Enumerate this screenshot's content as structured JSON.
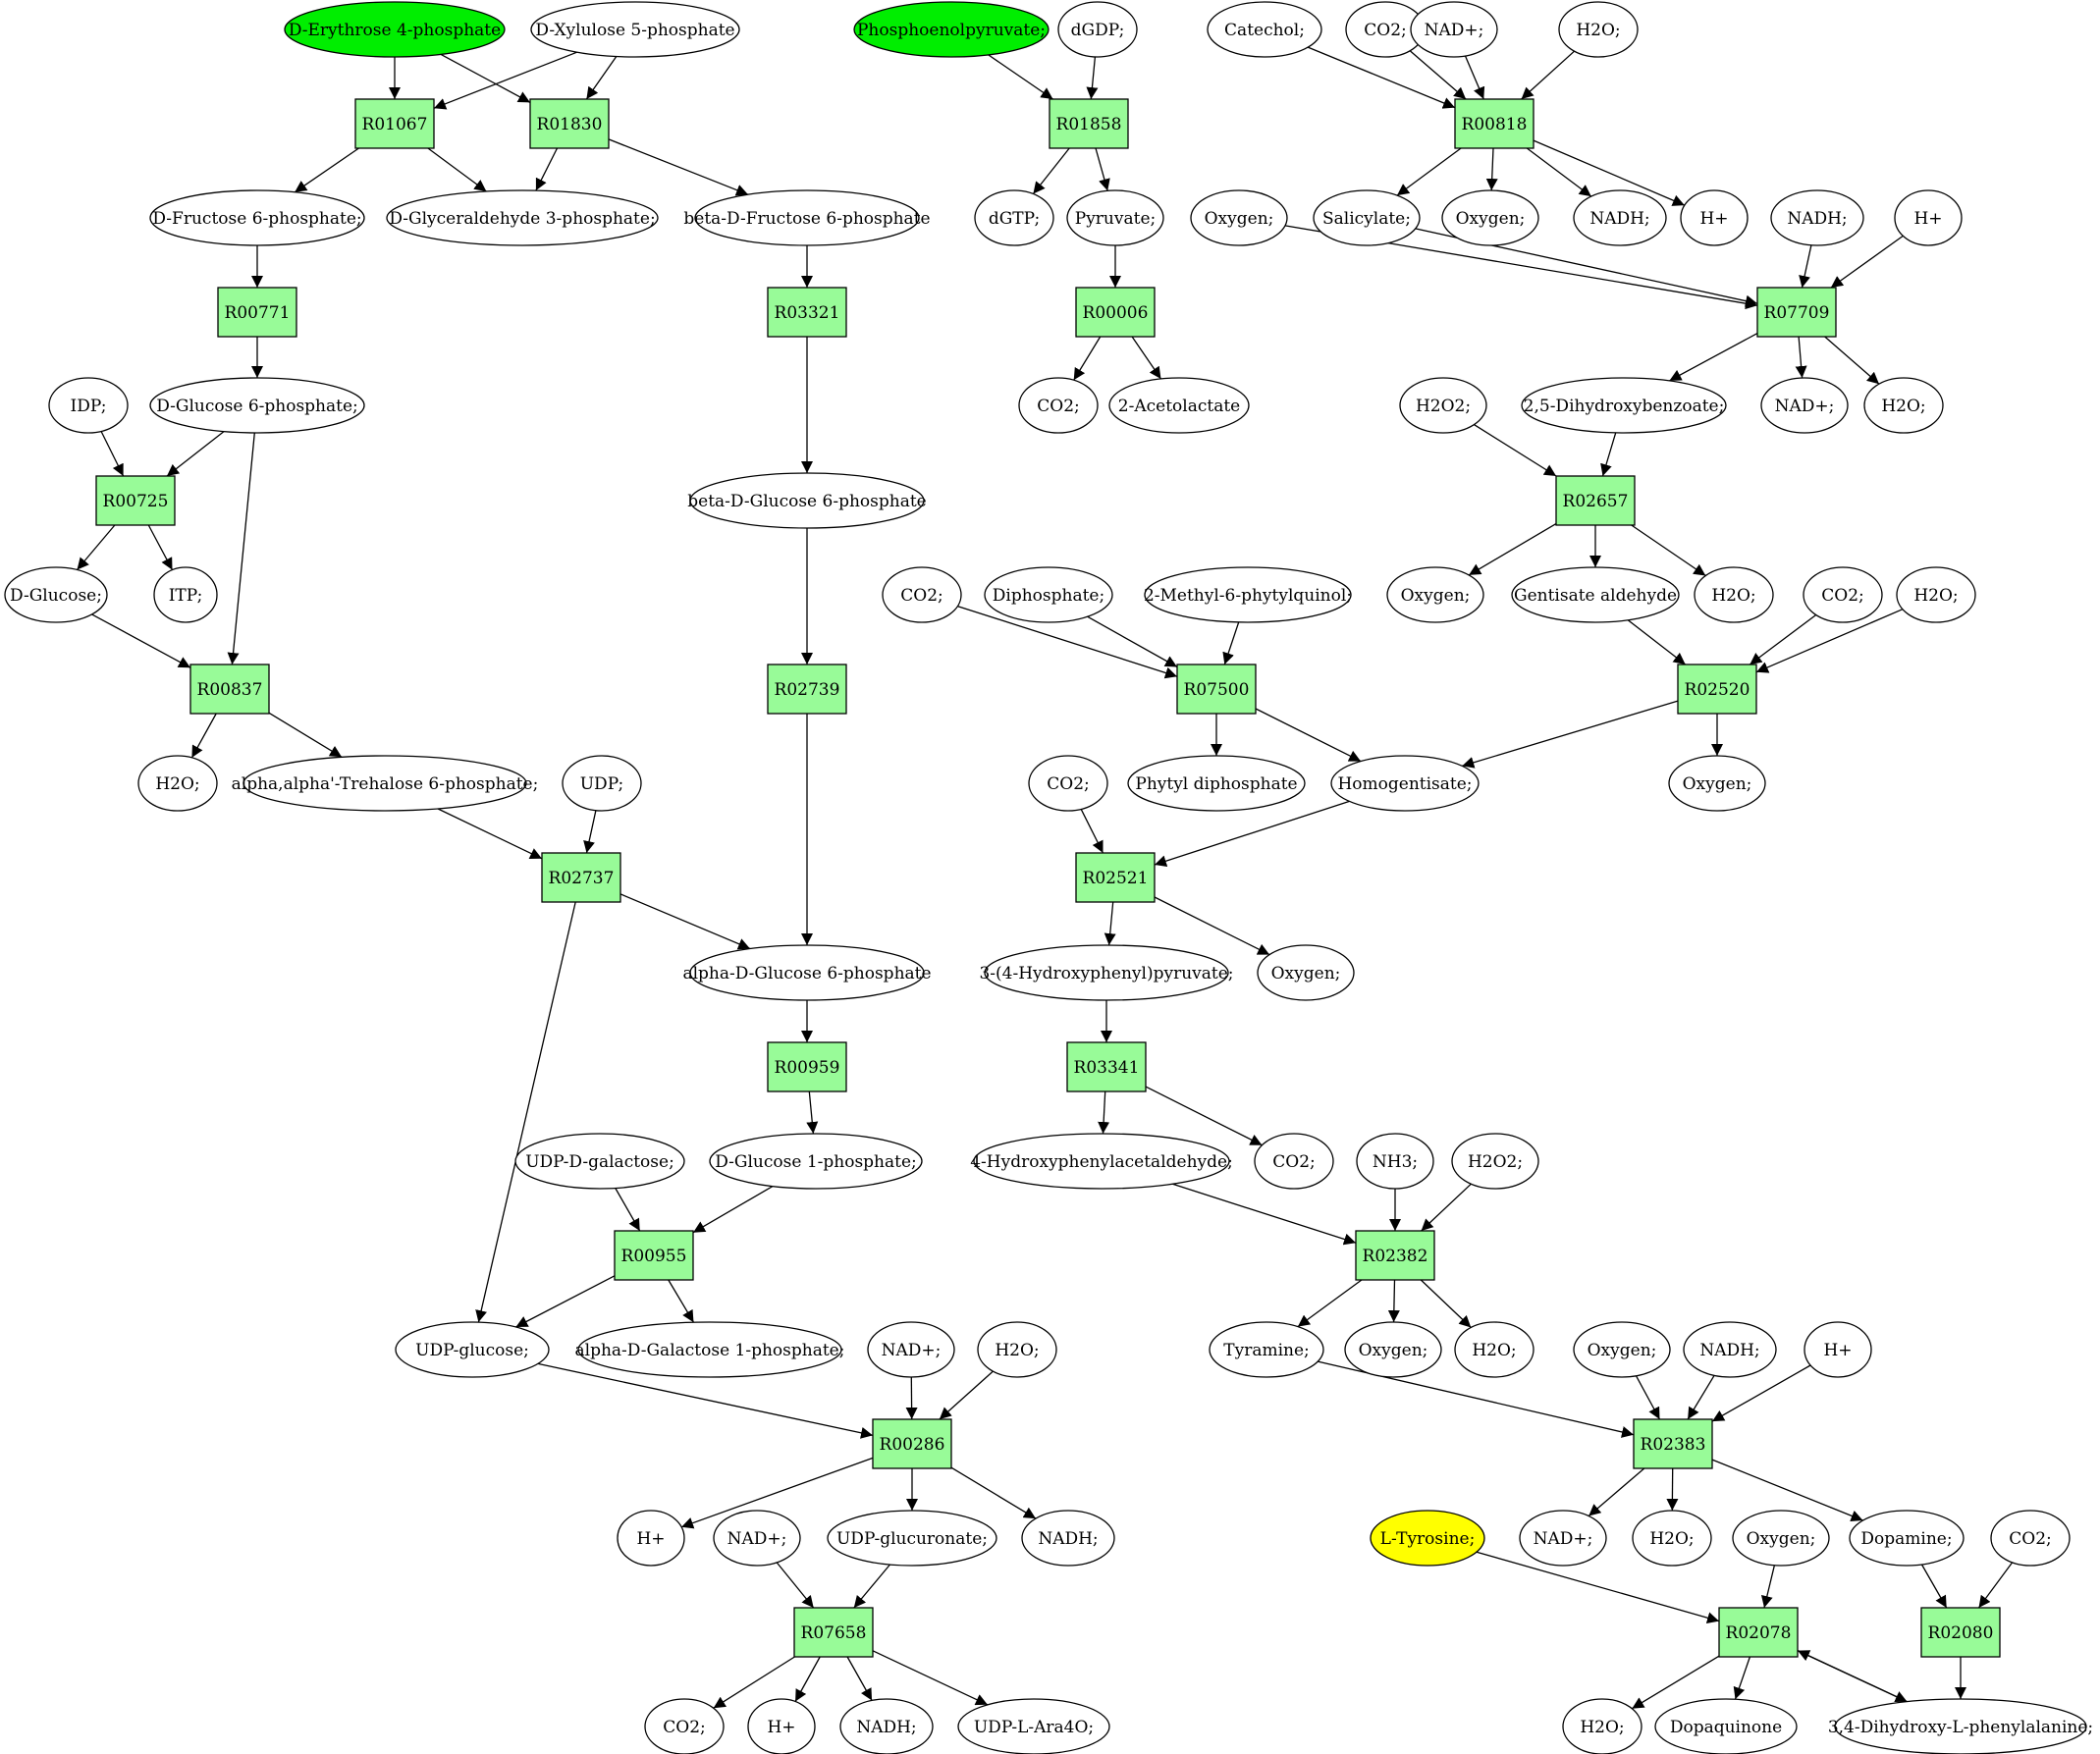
{
  "colors": {
    "reaction_fill": "#98fb98",
    "start_fill": "#00ee00",
    "target_fill": "#ffff00",
    "node_fill": "#ffffff",
    "stroke": "#000000"
  },
  "reactions": [
    {
      "id": "r_R01067",
      "label": "R01067"
    },
    {
      "id": "r_R01830",
      "label": "R01830"
    },
    {
      "id": "r_R01858",
      "label": "R01858"
    },
    {
      "id": "r_R00818",
      "label": "R00818"
    },
    {
      "id": "r_R00771",
      "label": "R00771"
    },
    {
      "id": "r_R03321",
      "label": "R03321"
    },
    {
      "id": "r_R00006",
      "label": "R00006"
    },
    {
      "id": "r_R07709",
      "label": "R07709"
    },
    {
      "id": "r_R00725",
      "label": "R00725"
    },
    {
      "id": "r_R02657",
      "label": "R02657"
    },
    {
      "id": "r_R00837",
      "label": "R00837"
    },
    {
      "id": "r_R02739",
      "label": "R02739"
    },
    {
      "id": "r_R07500",
      "label": "R07500"
    },
    {
      "id": "r_R02520",
      "label": "R02520"
    },
    {
      "id": "r_R02737",
      "label": "R02737"
    },
    {
      "id": "r_R02521",
      "label": "R02521"
    },
    {
      "id": "r_R00959",
      "label": "R00959"
    },
    {
      "id": "r_R03341",
      "label": "R03341"
    },
    {
      "id": "r_R00955",
      "label": "R00955"
    },
    {
      "id": "r_R02382",
      "label": "R02382"
    },
    {
      "id": "r_R00286",
      "label": "R00286"
    },
    {
      "id": "r_R02383",
      "label": "R02383"
    },
    {
      "id": "r_R07658",
      "label": "R07658"
    },
    {
      "id": "r_R02078",
      "label": "R02078"
    },
    {
      "id": "r_R02080",
      "label": "R02080"
    }
  ],
  "compounds": [
    {
      "id": "c_erythrose4p",
      "label": "D-Erythrose 4-phosphate",
      "kind": "start"
    },
    {
      "id": "c_xylulose5p",
      "label": "D-Xylulose 5-phosphate"
    },
    {
      "id": "c_pep",
      "label": "Phosphoenolpyruvate;",
      "kind": "start"
    },
    {
      "id": "c_dgdp",
      "label": "dGDP;"
    },
    {
      "id": "c_catechol",
      "label": "Catechol;"
    },
    {
      "id": "c_co2_top",
      "label": "CO2;"
    },
    {
      "id": "c_nad_top",
      "label": "NAD+;"
    },
    {
      "id": "c_h2o_top",
      "label": "H2O;"
    },
    {
      "id": "c_fructose6p",
      "label": "D-Fructose 6-phosphate;"
    },
    {
      "id": "c_glyceraldehyde3p",
      "label": "D-Glyceraldehyde 3-phosphate;"
    },
    {
      "id": "c_bfructose6p",
      "label": "beta-D-Fructose 6-phosphate"
    },
    {
      "id": "c_dgtp",
      "label": "dGTP;"
    },
    {
      "id": "c_pyruvate",
      "label": "Pyruvate;"
    },
    {
      "id": "c_oxygen_r1",
      "label": "Oxygen;"
    },
    {
      "id": "c_salicylate",
      "label": "Salicylate;"
    },
    {
      "id": "c_oxygen_r1b",
      "label": "Oxygen;"
    },
    {
      "id": "c_nadh_r1",
      "label": "NADH;"
    },
    {
      "id": "c_h_r1",
      "label": "H+"
    },
    {
      "id": "c_nadh_r1b",
      "label": "NADH;"
    },
    {
      "id": "c_h_r1b",
      "label": "H+"
    },
    {
      "id": "c_idp",
      "label": "IDP;"
    },
    {
      "id": "c_glucose6p",
      "label": "D-Glucose 6-phosphate;"
    },
    {
      "id": "c_co2_aceto",
      "label": "CO2;"
    },
    {
      "id": "c_acetolactate",
      "label": "2-Acetolactate"
    },
    {
      "id": "c_h2o2_a",
      "label": "H2O2;"
    },
    {
      "id": "c_dhb",
      "label": "2,5-Dihydroxybenzoate;"
    },
    {
      "id": "c_nad_r2",
      "label": "NAD+;"
    },
    {
      "id": "c_h2o_r2",
      "label": "H2O;"
    },
    {
      "id": "c_bglucose6p",
      "label": "beta-D-Glucose 6-phosphate"
    },
    {
      "id": "c_dglucose",
      "label": "D-Glucose;"
    },
    {
      "id": "c_itp",
      "label": "ITP;"
    },
    {
      "id": "c_co2_r3",
      "label": "CO2;"
    },
    {
      "id": "c_diphosphate",
      "label": "Diphosphate;"
    },
    {
      "id": "c_mpq",
      "label": "2-Methyl-6-phytylquinol;"
    },
    {
      "id": "c_oxygen_r3",
      "label": "Oxygen;"
    },
    {
      "id": "c_gentisald",
      "label": "Gentisate aldehyde"
    },
    {
      "id": "c_h2o_r3",
      "label": "H2O;"
    },
    {
      "id": "c_co2_r3b",
      "label": "CO2;"
    },
    {
      "id": "c_h2o_r3b",
      "label": "H2O;"
    },
    {
      "id": "c_h2o_r4",
      "label": "H2O;"
    },
    {
      "id": "c_trehalose6p",
      "label": "alpha,alpha'-Trehalose 6-phosphate;"
    },
    {
      "id": "c_udp",
      "label": "UDP;"
    },
    {
      "id": "c_phytyldp",
      "label": "Phytyl diphosphate"
    },
    {
      "id": "c_homogentisate",
      "label": "Homogentisate;"
    },
    {
      "id": "c_oxygen_r4",
      "label": "Oxygen;"
    },
    {
      "id": "c_co2_r4",
      "label": "CO2;"
    },
    {
      "id": "c_aglucose6p",
      "label": "alpha-D-Glucose 6-phosphate"
    },
    {
      "id": "c_hppyruvate",
      "label": "3-(4-Hydroxyphenyl)pyruvate;"
    },
    {
      "id": "c_oxygen_r5",
      "label": "Oxygen;"
    },
    {
      "id": "c_udpgal",
      "label": "UDP-D-galactose;"
    },
    {
      "id": "c_glucose1p",
      "label": "D-Glucose 1-phosphate;"
    },
    {
      "id": "c_hpacetald",
      "label": "4-Hydroxyphenylacetaldehyde;"
    },
    {
      "id": "c_co2_r6",
      "label": "CO2;"
    },
    {
      "id": "c_nh3",
      "label": "NH3;"
    },
    {
      "id": "c_h2o2_b",
      "label": "H2O2;"
    },
    {
      "id": "c_udpglucose",
      "label": "UDP-glucose;"
    },
    {
      "id": "c_agal1p",
      "label": "alpha-D-Galactose 1-phosphate;"
    },
    {
      "id": "c_nad_r7",
      "label": "NAD+;"
    },
    {
      "id": "c_h2o_r7",
      "label": "H2O;"
    },
    {
      "id": "c_tyramine",
      "label": "Tyramine;"
    },
    {
      "id": "c_oxygen_r7",
      "label": "Oxygen;"
    },
    {
      "id": "c_h2o_r7b",
      "label": "H2O;"
    },
    {
      "id": "c_oxygen_r7b",
      "label": "Oxygen;"
    },
    {
      "id": "c_nadh_r7",
      "label": "NADH;"
    },
    {
      "id": "c_h_r7",
      "label": "H+"
    },
    {
      "id": "c_h_r8",
      "label": "H+"
    },
    {
      "id": "c_nad_r8",
      "label": "NAD+;"
    },
    {
      "id": "c_udpglucuronate",
      "label": "UDP-glucuronate;"
    },
    {
      "id": "c_nadh_r8",
      "label": "NADH;"
    },
    {
      "id": "c_ltyrosine",
      "label": "L-Tyrosine;",
      "kind": "target"
    },
    {
      "id": "c_nad_r8b",
      "label": "NAD+;"
    },
    {
      "id": "c_h2o_r8",
      "label": "H2O;"
    },
    {
      "id": "c_oxygen_r8",
      "label": "Oxygen;"
    },
    {
      "id": "c_dopamine",
      "label": "Dopamine;"
    },
    {
      "id": "c_co2_r8",
      "label": "CO2;"
    },
    {
      "id": "c_co2_r9",
      "label": "CO2;"
    },
    {
      "id": "c_h_r9",
      "label": "H+"
    },
    {
      "id": "c_nadh_r9",
      "label": "NADH;"
    },
    {
      "id": "c_udpara4o",
      "label": "UDP-L-Ara4O;"
    },
    {
      "id": "c_h2o_r9",
      "label": "H2O;"
    },
    {
      "id": "c_dopaquinone",
      "label": "Dopaquinone"
    },
    {
      "id": "c_ldopa",
      "label": "3,4-Dihydroxy-L-phenylalanine;"
    }
  ],
  "edges": [
    [
      "c_erythrose4p",
      "r_R01067"
    ],
    [
      "c_erythrose4p",
      "r_R01830"
    ],
    [
      "c_xylulose5p",
      "r_R01067"
    ],
    [
      "c_xylulose5p",
      "r_R01830"
    ],
    [
      "r_R01067",
      "c_fructose6p"
    ],
    [
      "r_R01067",
      "c_glyceraldehyde3p"
    ],
    [
      "r_R01830",
      "c_glyceraldehyde3p"
    ],
    [
      "r_R01830",
      "c_bfructose6p"
    ],
    [
      "c_fructose6p",
      "r_R00771"
    ],
    [
      "r_R00771",
      "c_glucose6p"
    ],
    [
      "c_glucose6p",
      "r_R00725"
    ],
    [
      "c_idp",
      "r_R00725"
    ],
    [
      "r_R00725",
      "c_dglucose"
    ],
    [
      "r_R00725",
      "c_itp"
    ],
    [
      "c_dglucose",
      "r_R00837"
    ],
    [
      "c_glucose6p",
      "r_R00837"
    ],
    [
      "r_R00837",
      "c_h2o_r4"
    ],
    [
      "r_R00837",
      "c_trehalose6p"
    ],
    [
      "c_trehalose6p",
      "r_R02737"
    ],
    [
      "c_udp",
      "r_R02737"
    ],
    [
      "r_R02737",
      "c_aglucose6p"
    ],
    [
      "r_R02737",
      "c_udpglucose"
    ],
    [
      "c_bfructose6p",
      "r_R03321"
    ],
    [
      "r_R03321",
      "c_bglucose6p"
    ],
    [
      "c_bglucose6p",
      "r_R02739"
    ],
    [
      "r_R02739",
      "c_aglucose6p"
    ],
    [
      "c_aglucose6p",
      "r_R00959"
    ],
    [
      "r_R00959",
      "c_glucose1p"
    ],
    [
      "c_udpgal",
      "r_R00955"
    ],
    [
      "c_glucose1p",
      "r_R00955"
    ],
    [
      "r_R00955",
      "c_udpglucose"
    ],
    [
      "r_R00955",
      "c_agal1p"
    ],
    [
      "c_udpglucose",
      "r_R00286"
    ],
    [
      "c_nad_r7",
      "r_R00286"
    ],
    [
      "c_h2o_r7",
      "r_R00286"
    ],
    [
      "r_R00286",
      "c_h_r8"
    ],
    [
      "r_R00286",
      "c_udpglucuronate"
    ],
    [
      "r_R00286",
      "c_nadh_r8"
    ],
    [
      "c_nad_r8",
      "r_R07658"
    ],
    [
      "c_udpglucuronate",
      "r_R07658"
    ],
    [
      "r_R07658",
      "c_co2_r9"
    ],
    [
      "r_R07658",
      "c_h_r9"
    ],
    [
      "r_R07658",
      "c_nadh_r9"
    ],
    [
      "r_R07658",
      "c_udpara4o"
    ],
    [
      "c_pep",
      "r_R01858"
    ],
    [
      "c_dgdp",
      "r_R01858"
    ],
    [
      "r_R01858",
      "c_dgtp"
    ],
    [
      "r_R01858",
      "c_pyruvate"
    ],
    [
      "c_pyruvate",
      "r_R00006"
    ],
    [
      "r_R00006",
      "c_co2_aceto"
    ],
    [
      "r_R00006",
      "c_acetolactate"
    ],
    [
      "c_catechol",
      "r_R00818"
    ],
    [
      "c_co2_top",
      "r_R00818"
    ],
    [
      "c_nad_top",
      "r_R00818"
    ],
    [
      "c_h2o_top",
      "r_R00818"
    ],
    [
      "r_R00818",
      "c_salicylate"
    ],
    [
      "r_R00818",
      "c_oxygen_r1b"
    ],
    [
      "r_R00818",
      "c_nadh_r1"
    ],
    [
      "r_R00818",
      "c_h_r1"
    ],
    [
      "c_oxygen_r1",
      "r_R07709"
    ],
    [
      "c_salicylate",
      "r_R07709"
    ],
    [
      "c_nadh_r1b",
      "r_R07709"
    ],
    [
      "c_h_r1b",
      "r_R07709"
    ],
    [
      "r_R07709",
      "c_dhb"
    ],
    [
      "r_R07709",
      "c_nad_r2"
    ],
    [
      "r_R07709",
      "c_h2o_r2"
    ],
    [
      "c_h2o2_a",
      "r_R02657"
    ],
    [
      "c_dhb",
      "r_R02657"
    ],
    [
      "r_R02657",
      "c_oxygen_r3"
    ],
    [
      "r_R02657",
      "c_gentisald"
    ],
    [
      "r_R02657",
      "c_h2o_r3"
    ],
    [
      "c_gentisald",
      "r_R02520"
    ],
    [
      "c_co2_r3b",
      "r_R02520"
    ],
    [
      "c_h2o_r3b",
      "r_R02520"
    ],
    [
      "r_R02520",
      "c_homogentisate"
    ],
    [
      "r_R02520",
      "c_oxygen_r4"
    ],
    [
      "c_co2_r3",
      "r_R07500"
    ],
    [
      "c_diphosphate",
      "r_R07500"
    ],
    [
      "c_mpq",
      "r_R07500"
    ],
    [
      "r_R07500",
      "c_phytyldp"
    ],
    [
      "r_R07500",
      "c_homogentisate"
    ],
    [
      "c_co2_r4",
      "r_R02521"
    ],
    [
      "c_homogentisate",
      "r_R02521"
    ],
    [
      "r_R02521",
      "c_hppyruvate"
    ],
    [
      "r_R02521",
      "c_oxygen_r5"
    ],
    [
      "c_hppyruvate",
      "r_R03341"
    ],
    [
      "r_R03341",
      "c_hpacetald"
    ],
    [
      "r_R03341",
      "c_co2_r6"
    ],
    [
      "c_hpacetald",
      "r_R02382"
    ],
    [
      "c_nh3",
      "r_R02382"
    ],
    [
      "c_h2o2_b",
      "r_R02382"
    ],
    [
      "r_R02382",
      "c_tyramine"
    ],
    [
      "r_R02382",
      "c_oxygen_r7"
    ],
    [
      "r_R02382",
      "c_h2o_r7b"
    ],
    [
      "c_tyramine",
      "r_R02383"
    ],
    [
      "c_oxygen_r7b",
      "r_R02383"
    ],
    [
      "c_nadh_r7",
      "r_R02383"
    ],
    [
      "c_h_r7",
      "r_R02383"
    ],
    [
      "r_R02383",
      "c_nad_r8b"
    ],
    [
      "r_R02383",
      "c_h2o_r8"
    ],
    [
      "r_R02383",
      "c_dopamine"
    ],
    [
      "c_ltyrosine",
      "r_R02078"
    ],
    [
      "c_oxygen_r8",
      "r_R02078"
    ],
    [
      "c_ldopa",
      "r_R02078"
    ],
    [
      "r_R02078",
      "c_h2o_r9"
    ],
    [
      "r_R02078",
      "c_dopaquinone"
    ],
    [
      "r_R02078",
      "c_ldopa"
    ],
    [
      "c_dopamine",
      "r_R02080"
    ],
    [
      "c_co2_r8",
      "r_R02080"
    ],
    [
      "r_R02080",
      "c_ldopa"
    ]
  ]
}
